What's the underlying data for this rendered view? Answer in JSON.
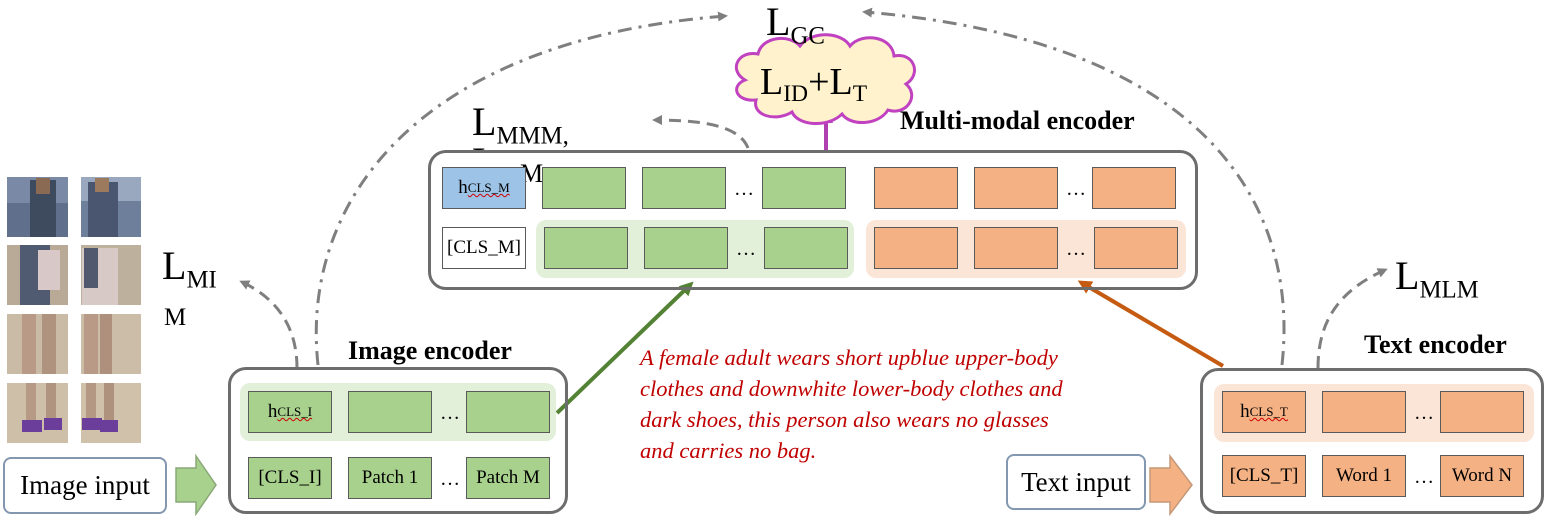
{
  "titles": {
    "image_encoder": "Image encoder",
    "text_encoder": "Text encoder",
    "multimodal_encoder": "Multi-modal encoder"
  },
  "losses": {
    "gc": {
      "main": "L",
      "sub": "GC"
    },
    "id_t": {
      "l1": "L",
      "s1": "ID",
      "plus": "+",
      "l2": "L",
      "s2": "T"
    },
    "mmm": {
      "main": "L",
      "sub": "MMM,",
      "cont_main": "L",
      "cont_sub": "M"
    },
    "mim": {
      "main": "L",
      "sub": "MI",
      "sub2": "M"
    },
    "mlm": {
      "main": "L",
      "sub": "MLM"
    }
  },
  "inputs": {
    "image": "Image input",
    "text": "Text input"
  },
  "image_encoder": {
    "top": {
      "h": "h",
      "sub": "CLS_I"
    },
    "bottom": [
      "[CLS_I]",
      "Patch 1",
      "Patch M"
    ],
    "dots": "…"
  },
  "text_encoder": {
    "top": {
      "h": "h",
      "sub": "CLS_T"
    },
    "bottom": [
      "[CLS_T]",
      "Word 1",
      "Word N"
    ],
    "dots": "…"
  },
  "multimodal_encoder": {
    "top": {
      "h": "h",
      "sub": "CLS_M"
    },
    "bottom_cls": "[CLS_M]",
    "dots": "…"
  },
  "caption": [
    "A female adult wears short upblue upper-body",
    "clothes and downwhite lower-body clothes and",
    "dark shoes, this person also wears no glasses",
    "and carries no bag."
  ],
  "colors": {
    "image_token": "#a8d18d",
    "text_token": "#f4b183",
    "cls_m": "#9dc3e6",
    "caption": "#c00000",
    "arrow_image": "#548235",
    "arrow_text": "#c55a11",
    "cloud_fill": "#fff2cc",
    "cloud_stroke": "#c042c0"
  }
}
